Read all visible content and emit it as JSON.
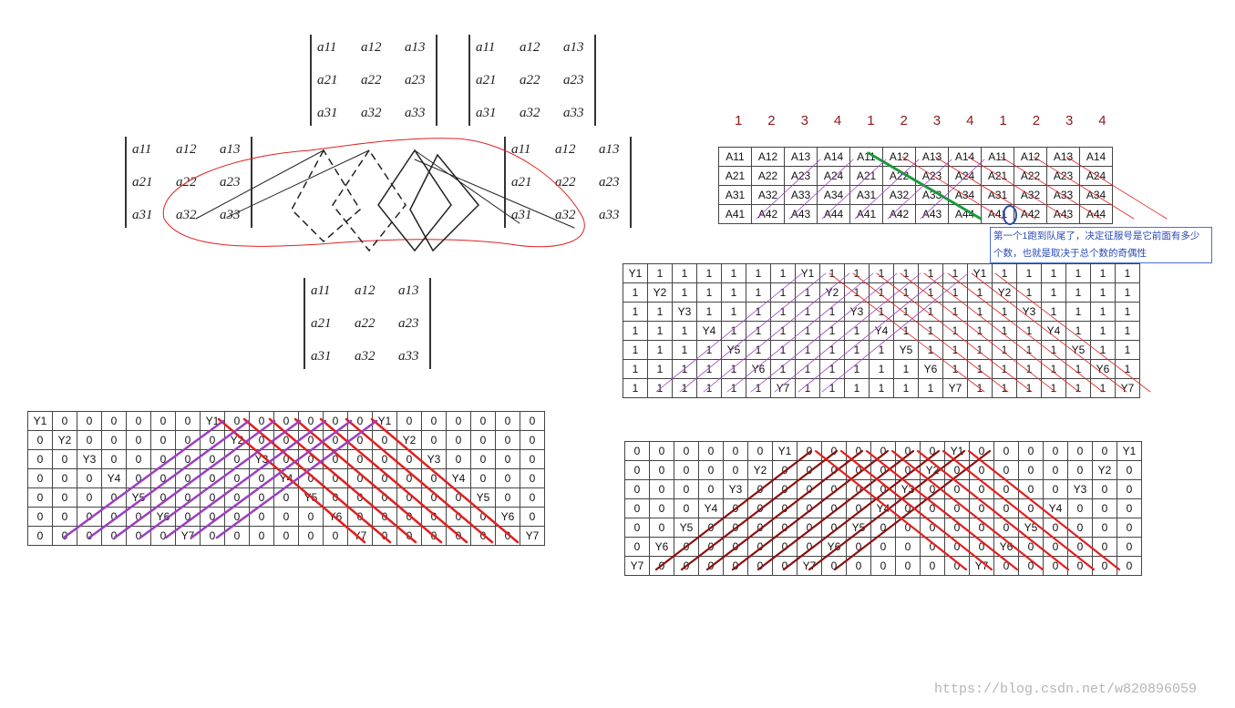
{
  "matrices": {
    "cells": [
      [
        "a11",
        "a12",
        "a13"
      ],
      [
        "a21",
        "a22",
        "a23"
      ],
      [
        "a31",
        "a32",
        "a33"
      ]
    ]
  },
  "A_grid": {
    "column_numbers": [
      "1",
      "2",
      "3",
      "4",
      "1",
      "2",
      "3",
      "4",
      "1",
      "2",
      "3",
      "4"
    ],
    "rows": [
      [
        "A11",
        "A12",
        "A13",
        "A14",
        "A11",
        "A12",
        "A13",
        "A14",
        "A11",
        "A12",
        "A13",
        "A14"
      ],
      [
        "A21",
        "A22",
        "A23",
        "A24",
        "A21",
        "A22",
        "A23",
        "A24",
        "A21",
        "A22",
        "A23",
        "A24"
      ],
      [
        "A31",
        "A32",
        "A33",
        "A34",
        "A31",
        "A32",
        "A33",
        "A34",
        "A31",
        "A32",
        "A33",
        "A34"
      ],
      [
        "A41",
        "A42",
        "A43",
        "A44",
        "A41",
        "A42",
        "A43",
        "A44",
        "A41",
        "A42",
        "A43",
        "A44"
      ]
    ],
    "note": "第一个1跑到队尾了，决定征服号是它前面有多少个数，也就是取决于总个数的奇偶性"
  },
  "Y1_grid": {
    "rows": [
      [
        "Y1",
        "1",
        "1",
        "1",
        "1",
        "1",
        "1",
        "Y1",
        "1",
        "1",
        "1",
        "1",
        "1",
        "1",
        "Y1",
        "1",
        "1",
        "1",
        "1",
        "1",
        "1"
      ],
      [
        "1",
        "Y2",
        "1",
        "1",
        "1",
        "1",
        "1",
        "1",
        "Y2",
        "1",
        "1",
        "1",
        "1",
        "1",
        "1",
        "Y2",
        "1",
        "1",
        "1",
        "1",
        "1"
      ],
      [
        "1",
        "1",
        "Y3",
        "1",
        "1",
        "1",
        "1",
        "1",
        "1",
        "Y3",
        "1",
        "1",
        "1",
        "1",
        "1",
        "1",
        "Y3",
        "1",
        "1",
        "1",
        "1"
      ],
      [
        "1",
        "1",
        "1",
        "Y4",
        "1",
        "1",
        "1",
        "1",
        "1",
        "1",
        "Y4",
        "1",
        "1",
        "1",
        "1",
        "1",
        "1",
        "Y4",
        "1",
        "1",
        "1"
      ],
      [
        "1",
        "1",
        "1",
        "1",
        "Y5",
        "1",
        "1",
        "1",
        "1",
        "1",
        "1",
        "Y5",
        "1",
        "1",
        "1",
        "1",
        "1",
        "1",
        "Y5",
        "1",
        "1"
      ],
      [
        "1",
        "1",
        "1",
        "1",
        "1",
        "Y6",
        "1",
        "1",
        "1",
        "1",
        "1",
        "1",
        "Y6",
        "1",
        "1",
        "1",
        "1",
        "1",
        "1",
        "Y6",
        "1"
      ],
      [
        "1",
        "1",
        "1",
        "1",
        "1",
        "1",
        "Y7",
        "1",
        "1",
        "1",
        "1",
        "1",
        "1",
        "Y7",
        "1",
        "1",
        "1",
        "1",
        "1",
        "1",
        "Y7"
      ]
    ]
  },
  "Y0_grid_left": {
    "rows": [
      [
        "Y1",
        "0",
        "0",
        "0",
        "0",
        "0",
        "0",
        "Y1",
        "0",
        "0",
        "0",
        "0",
        "0",
        "0",
        "Y1",
        "0",
        "0",
        "0",
        "0",
        "0",
        "0"
      ],
      [
        "0",
        "Y2",
        "0",
        "0",
        "0",
        "0",
        "0",
        "0",
        "Y2",
        "0",
        "0",
        "0",
        "0",
        "0",
        "0",
        "Y2",
        "0",
        "0",
        "0",
        "0",
        "0"
      ],
      [
        "0",
        "0",
        "Y3",
        "0",
        "0",
        "0",
        "0",
        "0",
        "0",
        "Y3",
        "0",
        "0",
        "0",
        "0",
        "0",
        "0",
        "Y3",
        "0",
        "0",
        "0",
        "0"
      ],
      [
        "0",
        "0",
        "0",
        "Y4",
        "0",
        "0",
        "0",
        "0",
        "0",
        "0",
        "Y4",
        "0",
        "0",
        "0",
        "0",
        "0",
        "0",
        "Y4",
        "0",
        "0",
        "0"
      ],
      [
        "0",
        "0",
        "0",
        "0",
        "Y5",
        "0",
        "0",
        "0",
        "0",
        "0",
        "0",
        "Y5",
        "0",
        "0",
        "0",
        "0",
        "0",
        "0",
        "Y5",
        "0",
        "0"
      ],
      [
        "0",
        "0",
        "0",
        "0",
        "0",
        "Y6",
        "0",
        "0",
        "0",
        "0",
        "0",
        "0",
        "Y6",
        "0",
        "0",
        "0",
        "0",
        "0",
        "0",
        "Y6",
        "0"
      ],
      [
        "0",
        "0",
        "0",
        "0",
        "0",
        "0",
        "Y7",
        "0",
        "0",
        "0",
        "0",
        "0",
        "0",
        "Y7",
        "0",
        "0",
        "0",
        "0",
        "0",
        "0",
        "Y7"
      ]
    ]
  },
  "Y0_grid_right": {
    "rows": [
      [
        "0",
        "0",
        "0",
        "0",
        "0",
        "0",
        "Y1",
        "0",
        "0",
        "0",
        "0",
        "0",
        "0",
        "Y1",
        "0",
        "0",
        "0",
        "0",
        "0",
        "0",
        "Y1"
      ],
      [
        "0",
        "0",
        "0",
        "0",
        "0",
        "Y2",
        "0",
        "0",
        "0",
        "0",
        "0",
        "0",
        "Y2",
        "0",
        "0",
        "0",
        "0",
        "0",
        "0",
        "Y2",
        "0"
      ],
      [
        "0",
        "0",
        "0",
        "0",
        "Y3",
        "0",
        "0",
        "0",
        "0",
        "0",
        "0",
        "Y3",
        "0",
        "0",
        "0",
        "0",
        "0",
        "0",
        "Y3",
        "0",
        "0"
      ],
      [
        "0",
        "0",
        "0",
        "Y4",
        "0",
        "0",
        "0",
        "0",
        "0",
        "0",
        "Y4",
        "0",
        "0",
        "0",
        "0",
        "0",
        "0",
        "Y4",
        "0",
        "0",
        "0"
      ],
      [
        "0",
        "0",
        "Y5",
        "0",
        "0",
        "0",
        "0",
        "0",
        "0",
        "Y5",
        "0",
        "0",
        "0",
        "0",
        "0",
        "0",
        "Y5",
        "0",
        "0",
        "0",
        "0"
      ],
      [
        "0",
        "Y6",
        "0",
        "0",
        "0",
        "0",
        "0",
        "0",
        "Y6",
        "0",
        "0",
        "0",
        "0",
        "0",
        "0",
        "Y6",
        "0",
        "0",
        "0",
        "0",
        "0"
      ],
      [
        "Y7",
        "0",
        "0",
        "0",
        "0",
        "0",
        "0",
        "Y7",
        "0",
        "0",
        "0",
        "0",
        "0",
        "0",
        "Y7",
        "0",
        "0",
        "0",
        "0",
        "0",
        "0"
      ]
    ]
  },
  "watermark": "https://blog.csdn.net/w820896059",
  "colors": {
    "red": "#e02020",
    "green": "#1a9a3a",
    "purple": "#9b3fc0",
    "darkred": "#8b1010",
    "blue": "#2a4bb8"
  }
}
